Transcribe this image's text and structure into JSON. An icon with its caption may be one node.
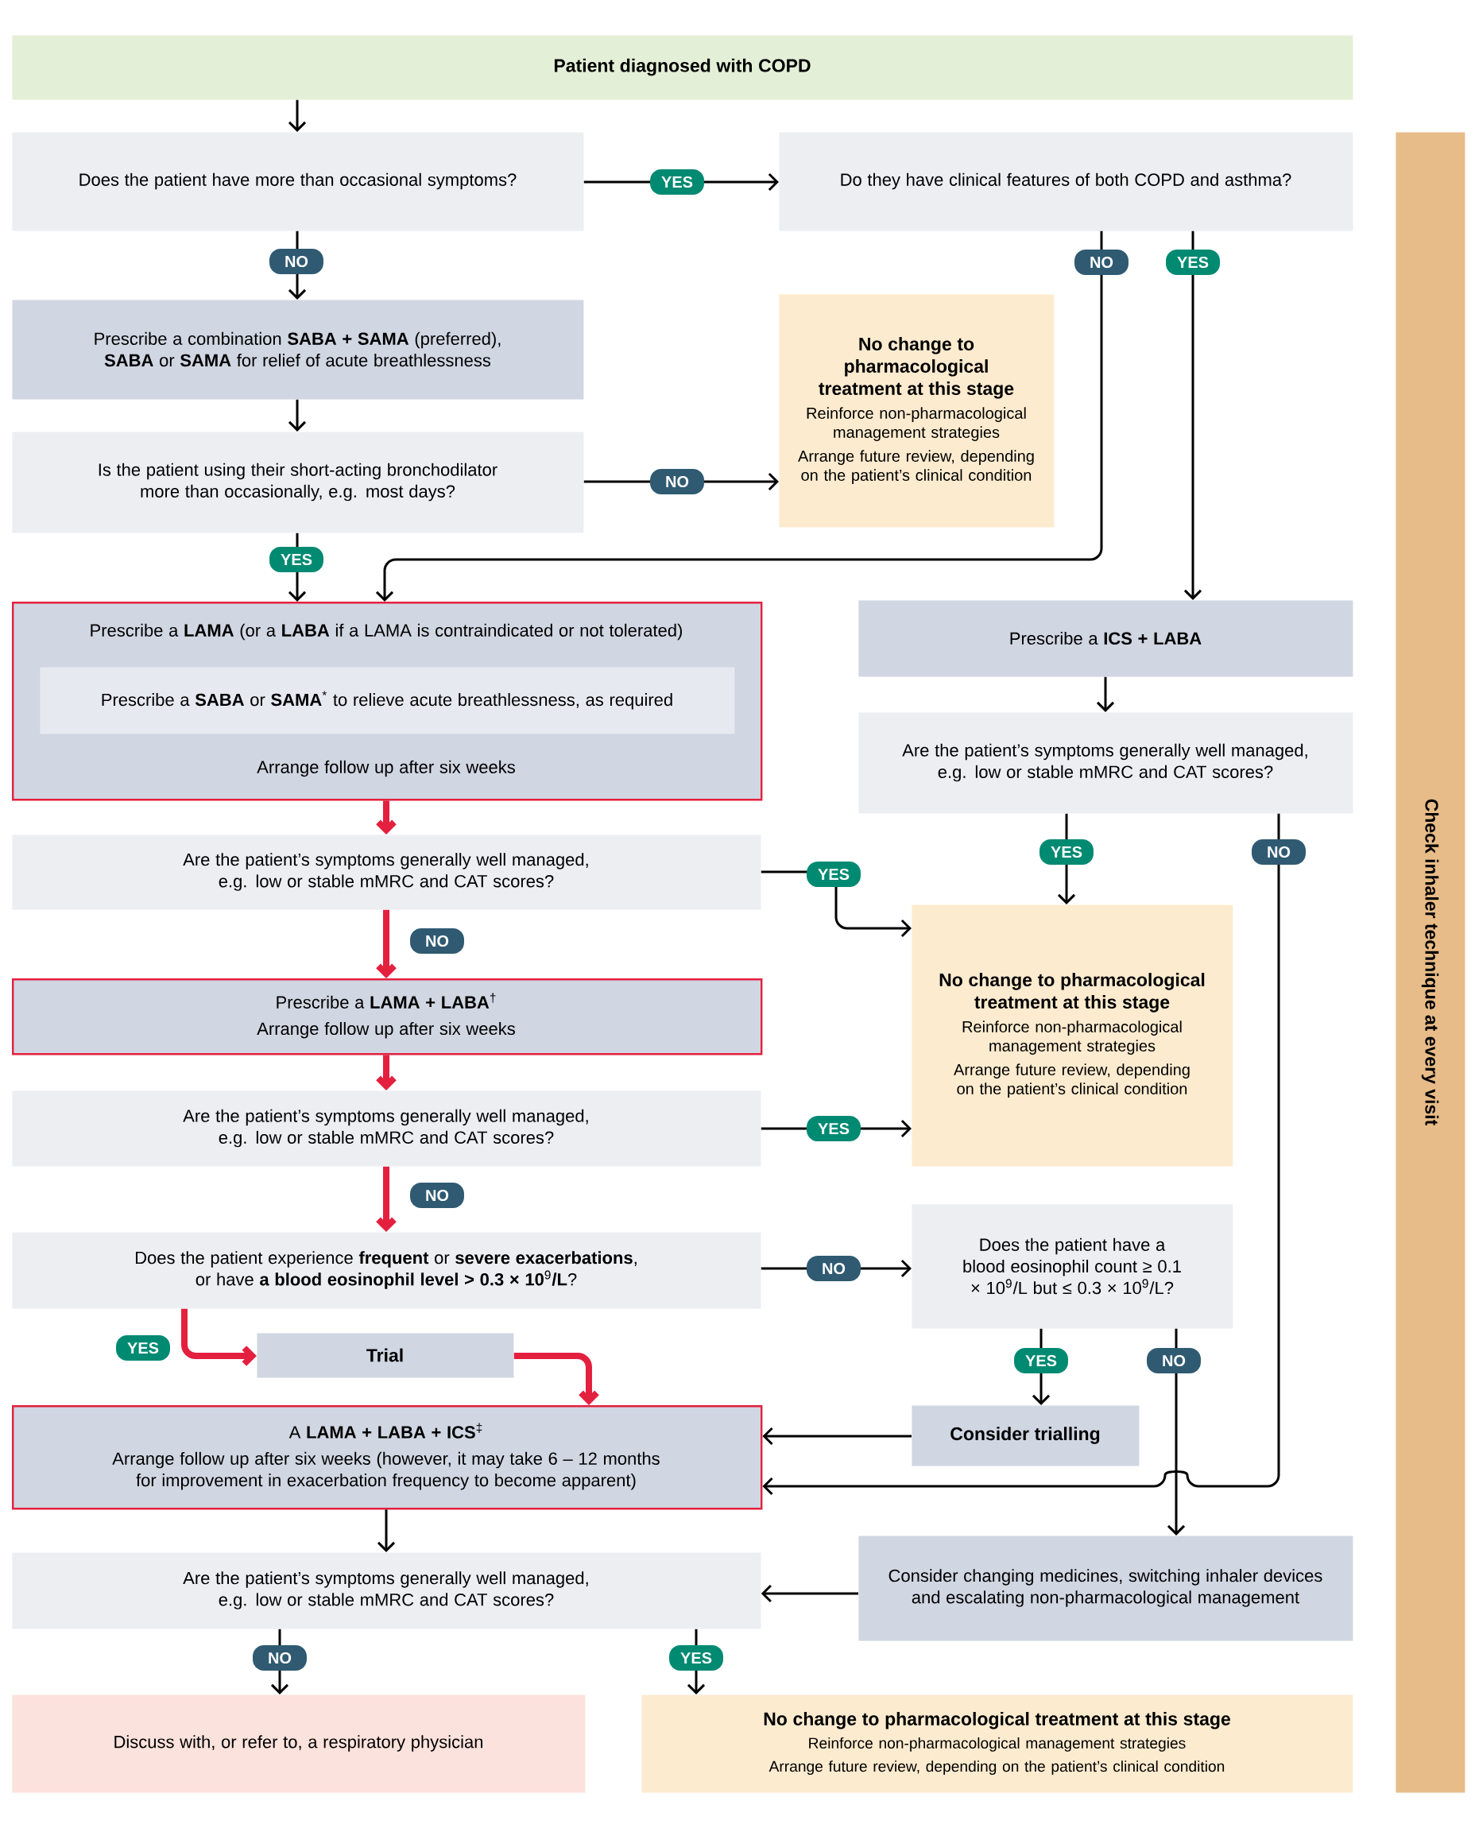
{
  "diagram": {
    "nodes": [
      {
        "text": [
          "Patient diagnosed with COPD"
        ]
      },
      {
        "text": [
          "Does the patient have more than occasional symptoms?"
        ]
      },
      {
        "text": [
          "Do they have clinical features of both COPD and asthma?"
        ]
      },
      {
        "text": [
          "Prescribe a combination **SABA + SAMA** (preferred), **SABA** or **SAMA** for relief of acute breathlessness"
        ]
      },
      {
        "text": [
          "No change to pharmacological treatment at this stage",
          "Reinforce non-pharmacological management strategies",
          "Arrange future review, depending on the patient’s clinical condition"
        ]
      },
      {
        "text": [
          "Is the patient using their short-acting bronchodilator more than occasionally, e.g. most days?"
        ]
      },
      {
        "text": [
          "Prescribe a **LAMA** (or a **LABA** if a LAMA is contraindicated or not tolerated)",
          "Arrange follow up after six weeks"
        ]
      },
      {
        "text": [
          "Prescribe a **SABA** or **SAMA**$^{*}$ to relieve acute breathlessness, as required"
        ],
        "in": 6
      },
      {
        "text": [
          "Prescribe a **ICS + LABA**"
        ]
      },
      {
        "text": [
          "Are the patient’s symptoms generally well managed, e.g. low or stable mMRC and CAT scores?"
        ]
      },
      {
        "text": [
          "Are the patient’s symptoms generally well managed, e.g. low or stable mMRC and CAT scores?"
        ]
      },
      {
        "text": [
          "No change to pharmacological treatment at this stage",
          "Reinforce non-pharmacological management strategies",
          "Arrange future review, depending on the patient’s clinical condition"
        ]
      },
      {
        "text": [
          "Prescribe a **LAMA + LABA**$^{†}$",
          "Arrange follow up after six weeks"
        ]
      },
      {
        "text": [
          "Are the patient’s symptoms generally well managed, e.g. low or stable mMRC and CAT scores?"
        ]
      },
      {
        "text": [
          "Does the patient experience **frequent** or **severe exacerbations**, or have **a blood eosinophil level > 0.3 × 10**$^{9}$**/L**?"
        ]
      },
      {
        "text": [
          "Does the patient have a blood eosinophil count ≥ 0.1 × 10$^{9}$/L but ≤ 0.3 × 10$^{9}$/L?"
        ]
      },
      {
        "text": [
          "Trial"
        ]
      },
      {
        "text": [
          "A **LAMA + LABA + ICS**$^{‡}$",
          "Arrange follow up after six weeks (however, it may take 6 – 12 months for improvement in exacerbation frequency to become apparent)"
        ]
      },
      {
        "text": [
          "Consider trialling"
        ]
      },
      {
        "text": [
          "Are the patient’s symptoms generally well managed, e.g. low or stable mMRC and CAT scores?"
        ]
      },
      {
        "text": [
          "Consider changing medicines, switching inhaler devices and escalating non-pharmacological management"
        ]
      },
      {
        "text": [
          "Discuss with, or refer to, a respiratory physician"
        ]
      },
      {
        "text": [
          "No change to pharmacological treatment at this stage",
          "Reinforce non-pharmacological management strategies",
          "Arrange future review, depending on the patient’s clinical condition"
        ]
      },
      {
        "text": [
          "Check inhaler technique at every visit"
        ]
      }
    ],
    "edges": [
      {
        "from": 0,
        "to": 1,
        "arrow": "to"
      },
      {
        "from": 1,
        "to": 2,
        "arrow": "to",
        "label": "YES"
      },
      {
        "from": 1,
        "to": 3,
        "arrow": "to",
        "label": "NO"
      },
      {
        "from": 3,
        "to": 5,
        "arrow": "to"
      },
      {
        "from": 5,
        "to": 4,
        "arrow": "to",
        "label": "NO"
      },
      {
        "from": 5,
        "to": 6,
        "arrow": "to",
        "label": "YES"
      },
      {
        "from": 2,
        "to": 6,
        "arrow": "to",
        "label": "NO"
      },
      {
        "from": 2,
        "to": 8,
        "arrow": "to",
        "label": "YES"
      },
      {
        "from": 6,
        "to": 10,
        "arrow": "to",
        "style": "thick",
        "color": "#e4203f"
      },
      {
        "from": 8,
        "to": 9,
        "arrow": "to"
      },
      {
        "from": 9,
        "to": 11,
        "arrow": "to",
        "label": "YES"
      },
      {
        "from": 9,
        "to": 17,
        "arrow": "to",
        "label": "NO"
      },
      {
        "from": 10,
        "to": 11,
        "arrow": "to",
        "label": "YES"
      },
      {
        "from": 10,
        "to": 12,
        "arrow": "to",
        "label": "NO",
        "style": "thick",
        "color": "#e4203f"
      },
      {
        "from": 12,
        "to": 13,
        "arrow": "to",
        "style": "thick",
        "color": "#e4203f"
      },
      {
        "from": 13,
        "to": 11,
        "arrow": "to",
        "label": "YES"
      },
      {
        "from": 13,
        "to": 14,
        "arrow": "to",
        "label": "NO",
        "style": "thick",
        "color": "#e4203f"
      },
      {
        "from": 14,
        "to": 15,
        "arrow": "to",
        "label": "NO"
      },
      {
        "from": 14,
        "to": 16,
        "arrow": "to",
        "label": "YES",
        "style": "thick",
        "color": "#e4203f"
      },
      {
        "from": 16,
        "to": 17,
        "arrow": "to",
        "style": "thick",
        "color": "#e4203f"
      },
      {
        "from": 15,
        "to": 18,
        "arrow": "to",
        "label": "YES"
      },
      {
        "from": 15,
        "to": 20,
        "arrow": "to",
        "label": "NO"
      },
      {
        "from": 18,
        "to": 17,
        "arrow": "to"
      },
      {
        "from": 17,
        "to": 19,
        "arrow": "to"
      },
      {
        "from": 20,
        "to": 19,
        "arrow": "to"
      },
      {
        "from": 19,
        "to": 21,
        "arrow": "to",
        "label": "NO"
      },
      {
        "from": 19,
        "to": 22,
        "arrow": "to",
        "label": "YES"
      }
    ]
  }
}
